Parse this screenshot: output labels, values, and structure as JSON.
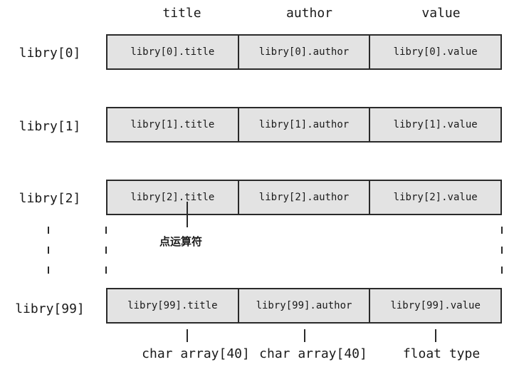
{
  "columns": [
    "title",
    "author",
    "value"
  ],
  "rows": [
    {
      "label": "libry[0]",
      "cells": [
        "libry[0].title",
        "libry[0].author",
        "libry[0].value"
      ]
    },
    {
      "label": "libry[1]",
      "cells": [
        "libry[1].title",
        "libry[1].author",
        "libry[1].value"
      ]
    },
    {
      "label": "libry[2]",
      "cells": [
        "libry[2].title",
        "libry[2].author",
        "libry[2].value"
      ]
    },
    {
      "label": "libry[99]",
      "cells": [
        "libry[99].title",
        "libry[99].author",
        "libry[99].value"
      ]
    }
  ],
  "annotation": "点运算符",
  "types": [
    "char array[40]",
    "char array[40]",
    "float type"
  ]
}
